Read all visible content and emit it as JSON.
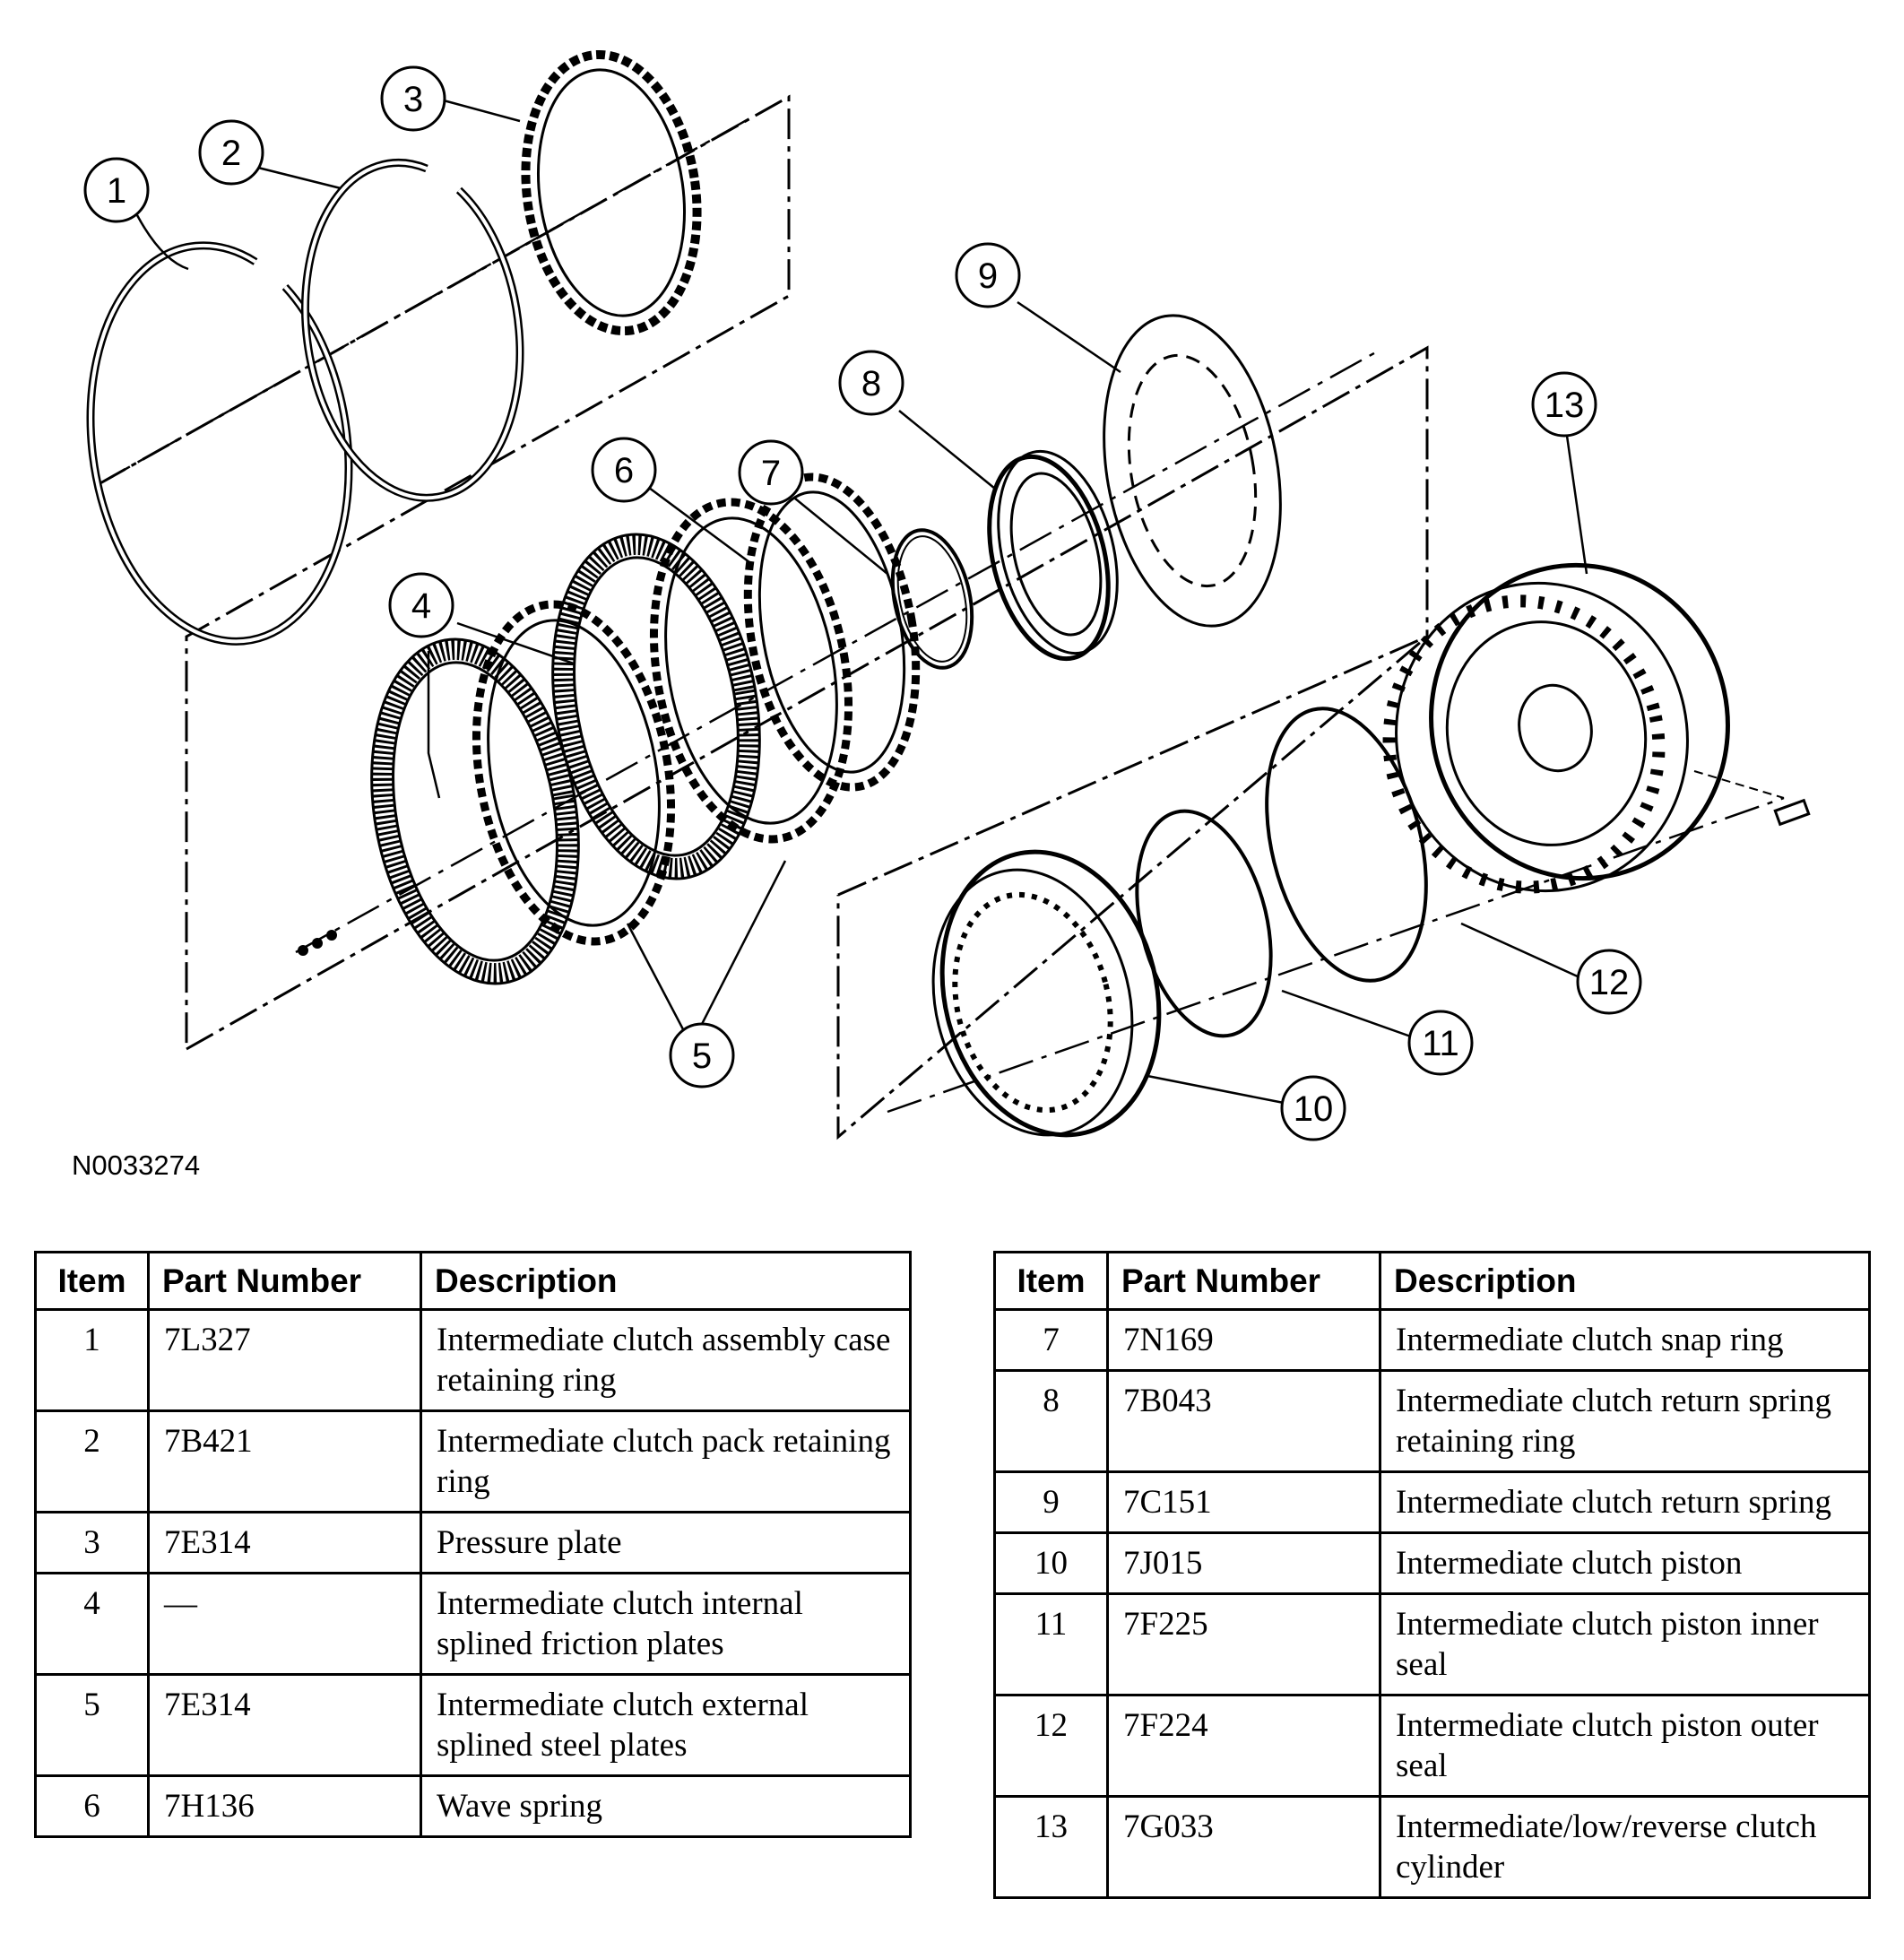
{
  "diagram": {
    "figure_id": "N0033274",
    "callouts": [
      "1",
      "2",
      "3",
      "4",
      "5",
      "6",
      "7",
      "8",
      "9",
      "10",
      "11",
      "12",
      "13"
    ]
  },
  "tables": {
    "headers": {
      "item": "Item",
      "part_number": "Part Number",
      "description": "Description"
    },
    "left": [
      {
        "item": "1",
        "part_number": "7L327",
        "description": "Intermediate clutch assembly case retaining ring"
      },
      {
        "item": "2",
        "part_number": "7B421",
        "description": "Intermediate clutch pack retaining ring"
      },
      {
        "item": "3",
        "part_number": "7E314",
        "description": "Pressure plate"
      },
      {
        "item": "4",
        "part_number": "—",
        "description": "Intermediate clutch internal splined friction plates"
      },
      {
        "item": "5",
        "part_number": "7E314",
        "description": "Intermediate clutch external splined steel plates"
      },
      {
        "item": "6",
        "part_number": "7H136",
        "description": "Wave spring"
      }
    ],
    "right": [
      {
        "item": "7",
        "part_number": "7N169",
        "description": "Intermediate clutch snap ring"
      },
      {
        "item": "8",
        "part_number": "7B043",
        "description": "Intermediate clutch return spring retaining ring"
      },
      {
        "item": "9",
        "part_number": "7C151",
        "description": "Intermediate clutch return spring"
      },
      {
        "item": "10",
        "part_number": "7J015",
        "description": "Intermediate clutch piston"
      },
      {
        "item": "11",
        "part_number": "7F225",
        "description": "Intermediate clutch piston inner seal"
      },
      {
        "item": "12",
        "part_number": "7F224",
        "description": "Intermediate clutch piston outer seal"
      },
      {
        "item": "13",
        "part_number": "7G033",
        "description": "Intermediate/low/reverse clutch cylinder"
      }
    ]
  }
}
